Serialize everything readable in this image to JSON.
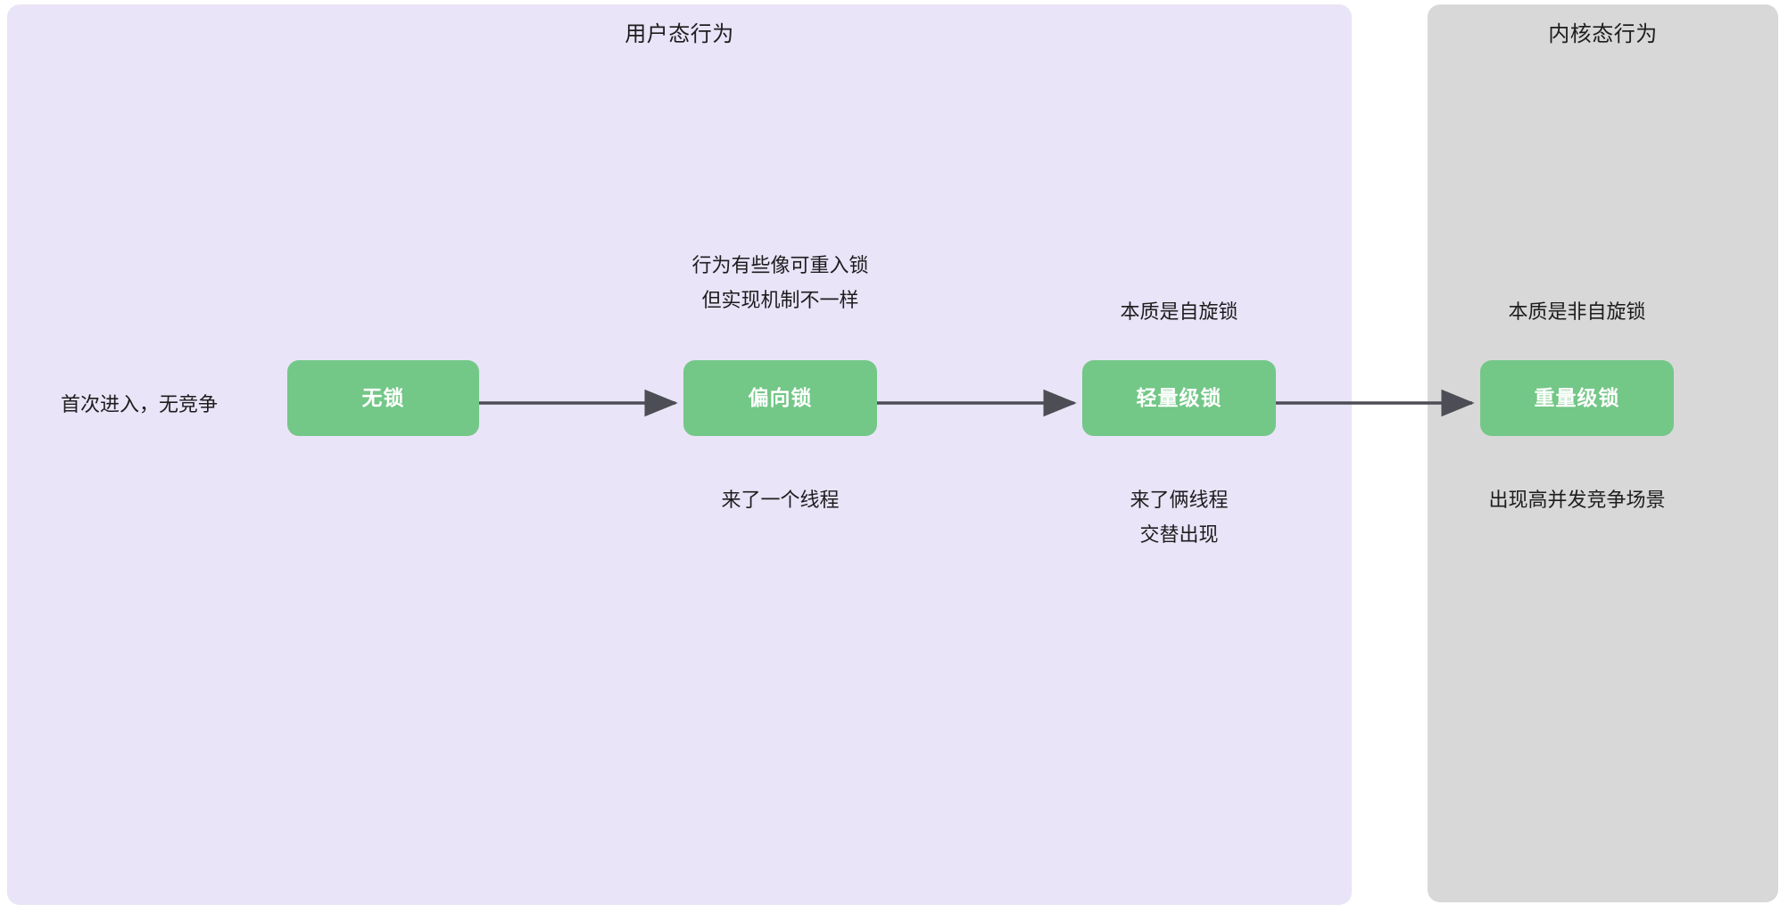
{
  "diagram": {
    "title_user_lane": "用户态行为",
    "title_kernel_lane": "内核态行为",
    "colors": {
      "user_lane_bg": "#e9e4f7",
      "kernel_lane_bg": "#d8d8d8",
      "node_fill": "#73c787",
      "node_text": "#ffffff",
      "arrow": "#4d4d55",
      "text": "#1d1d1f",
      "page_bg": "#ffffff"
    },
    "lanes": [
      {
        "id": "user",
        "label": "用户态行为"
      },
      {
        "id": "kernel",
        "label": "内核态行为"
      }
    ],
    "nodes": [
      {
        "id": "no-lock",
        "label": "无锁",
        "lane": "user"
      },
      {
        "id": "biased-lock",
        "label": "偏向锁",
        "lane": "user"
      },
      {
        "id": "lightweight-lock",
        "label": "轻量级锁",
        "lane": "user"
      },
      {
        "id": "heavyweight-lock",
        "label": "重量级锁",
        "lane": "kernel"
      }
    ],
    "edges": [
      {
        "from": "no-lock",
        "to": "biased-lock",
        "label": ""
      },
      {
        "from": "biased-lock",
        "to": "lightweight-lock",
        "label": ""
      },
      {
        "from": "lightweight-lock",
        "to": "heavyweight-lock",
        "label": ""
      }
    ],
    "annotations": {
      "entry": "首次进入，无竞争",
      "biased_above": "行为有些像可重入锁\n但实现机制不一样",
      "biased_below": "来了一个线程",
      "lightweight_above": "本质是自旋锁",
      "lightweight_below": "来了俩线程\n交替出现",
      "heavyweight_above": "本质是非自旋锁",
      "heavyweight_below": "出现高并发竞争场景"
    }
  }
}
